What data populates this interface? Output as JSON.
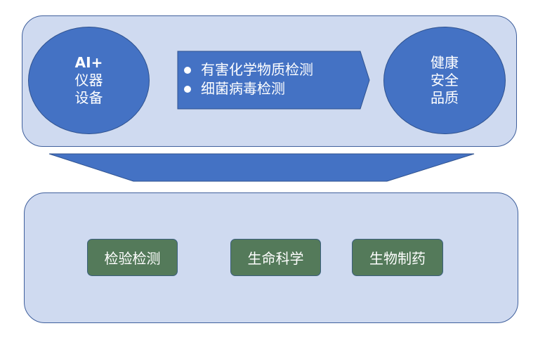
{
  "top": {
    "left_circle": {
      "line1": "AI+",
      "line2": "仪器",
      "line3": "设备"
    },
    "arrow_items": [
      "有害化学物质检测",
      "细菌病毒检测"
    ],
    "right_circle": {
      "line1": "健康",
      "line2": "安全",
      "line3": "品质"
    }
  },
  "bottom": {
    "boxes": [
      "检验检测",
      "生命科学",
      "生物制药"
    ]
  },
  "colors": {
    "panel_fill": "#cfdaf0",
    "panel_border": "#3f5f9c",
    "blue": "#4472c4",
    "green": "#547a5a"
  }
}
